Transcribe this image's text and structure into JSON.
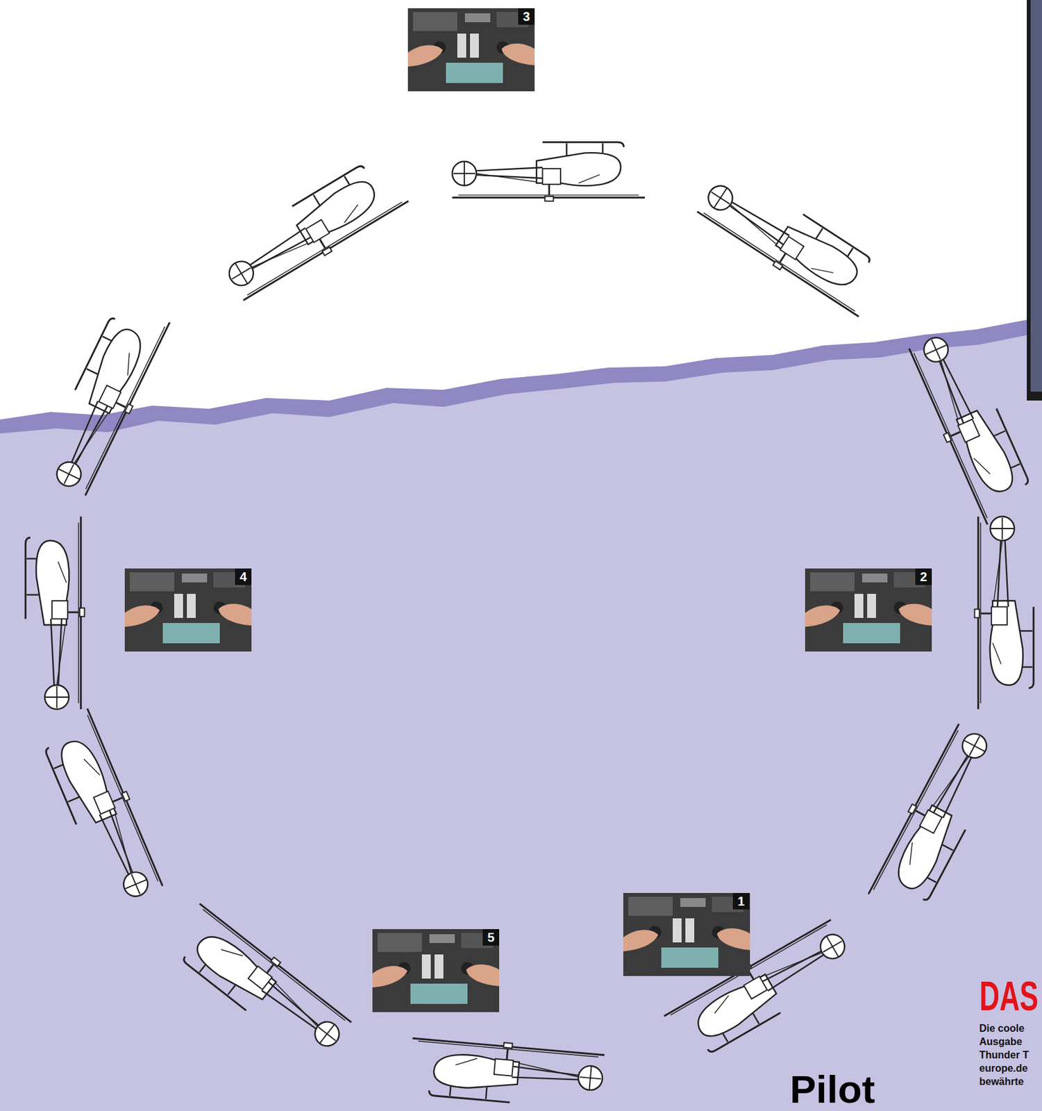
{
  "diagram": {
    "labels": [
      "3",
      "4",
      "2",
      "1",
      "5",
      "DAS",
      "Die coole",
      "Ausgabe",
      "Thunder T",
      "europe.de",
      "bewährte",
      "Pilot"
    ]
  }
}
